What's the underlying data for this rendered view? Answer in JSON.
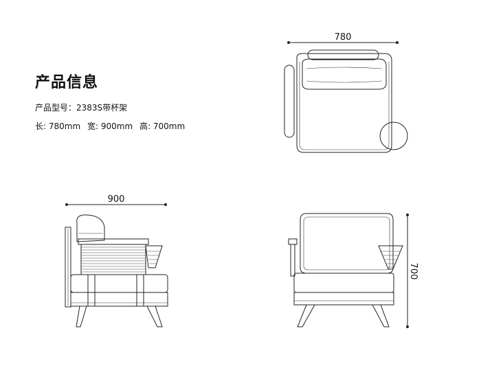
{
  "info": {
    "title": "产品信息",
    "model_label": "产品型号：",
    "model_value": "2383S带杯架",
    "length_label": "长:",
    "length_value": "780mm",
    "width_label": "宽:",
    "width_value": "900mm",
    "height_label": "高:",
    "height_value": "700mm"
  },
  "dimensions": {
    "top_view_width": "780",
    "side_view_depth": "900",
    "front_view_height": "700"
  }
}
